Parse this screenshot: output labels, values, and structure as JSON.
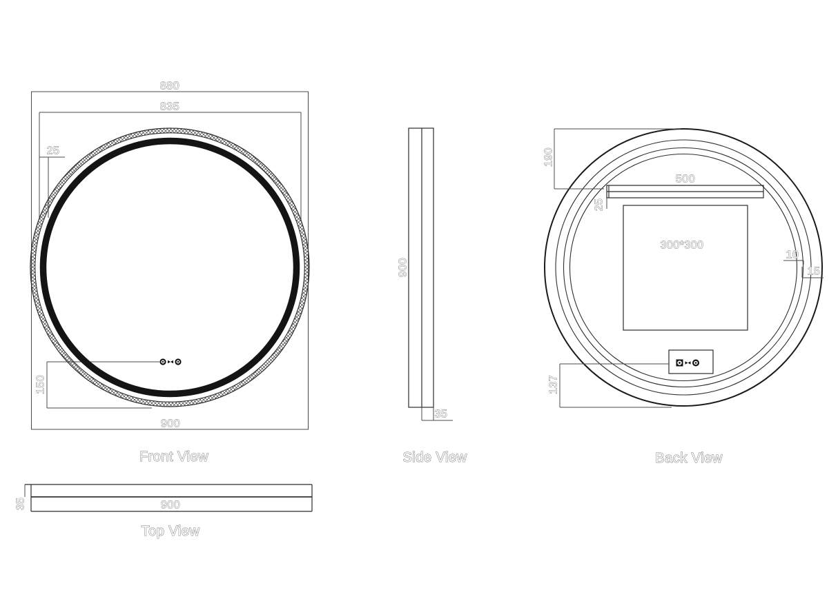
{
  "document_type": "technical-drawing",
  "views": {
    "front": {
      "title": "Front View",
      "dims": {
        "d880": "880",
        "d835": "835",
        "d25": "25",
        "d150": "150",
        "d900": "900"
      }
    },
    "side": {
      "title": "Side View",
      "dims": {
        "d900": "900",
        "d35": "35"
      }
    },
    "back": {
      "title": "Back View",
      "dims": {
        "d190": "190",
        "d500": "500",
        "d25": "25",
        "d300": "300*300",
        "d10": "10",
        "d15": "15",
        "d137": "137"
      }
    },
    "top": {
      "title": "Top View",
      "dims": {
        "d900": "900",
        "d35": "35"
      }
    }
  },
  "icons": {
    "touch_button": "concentric-ring-touch-sensor-icon",
    "mode_glyph": "bowtie-mode-glyph",
    "control_box": "back-control-box"
  },
  "colors": {
    "background": "#ffffff",
    "object_line": "#2b2b2b",
    "dimension_line": "#4a4a4a",
    "text_outline": "#7c7c7c",
    "led_ring": "#141414"
  }
}
